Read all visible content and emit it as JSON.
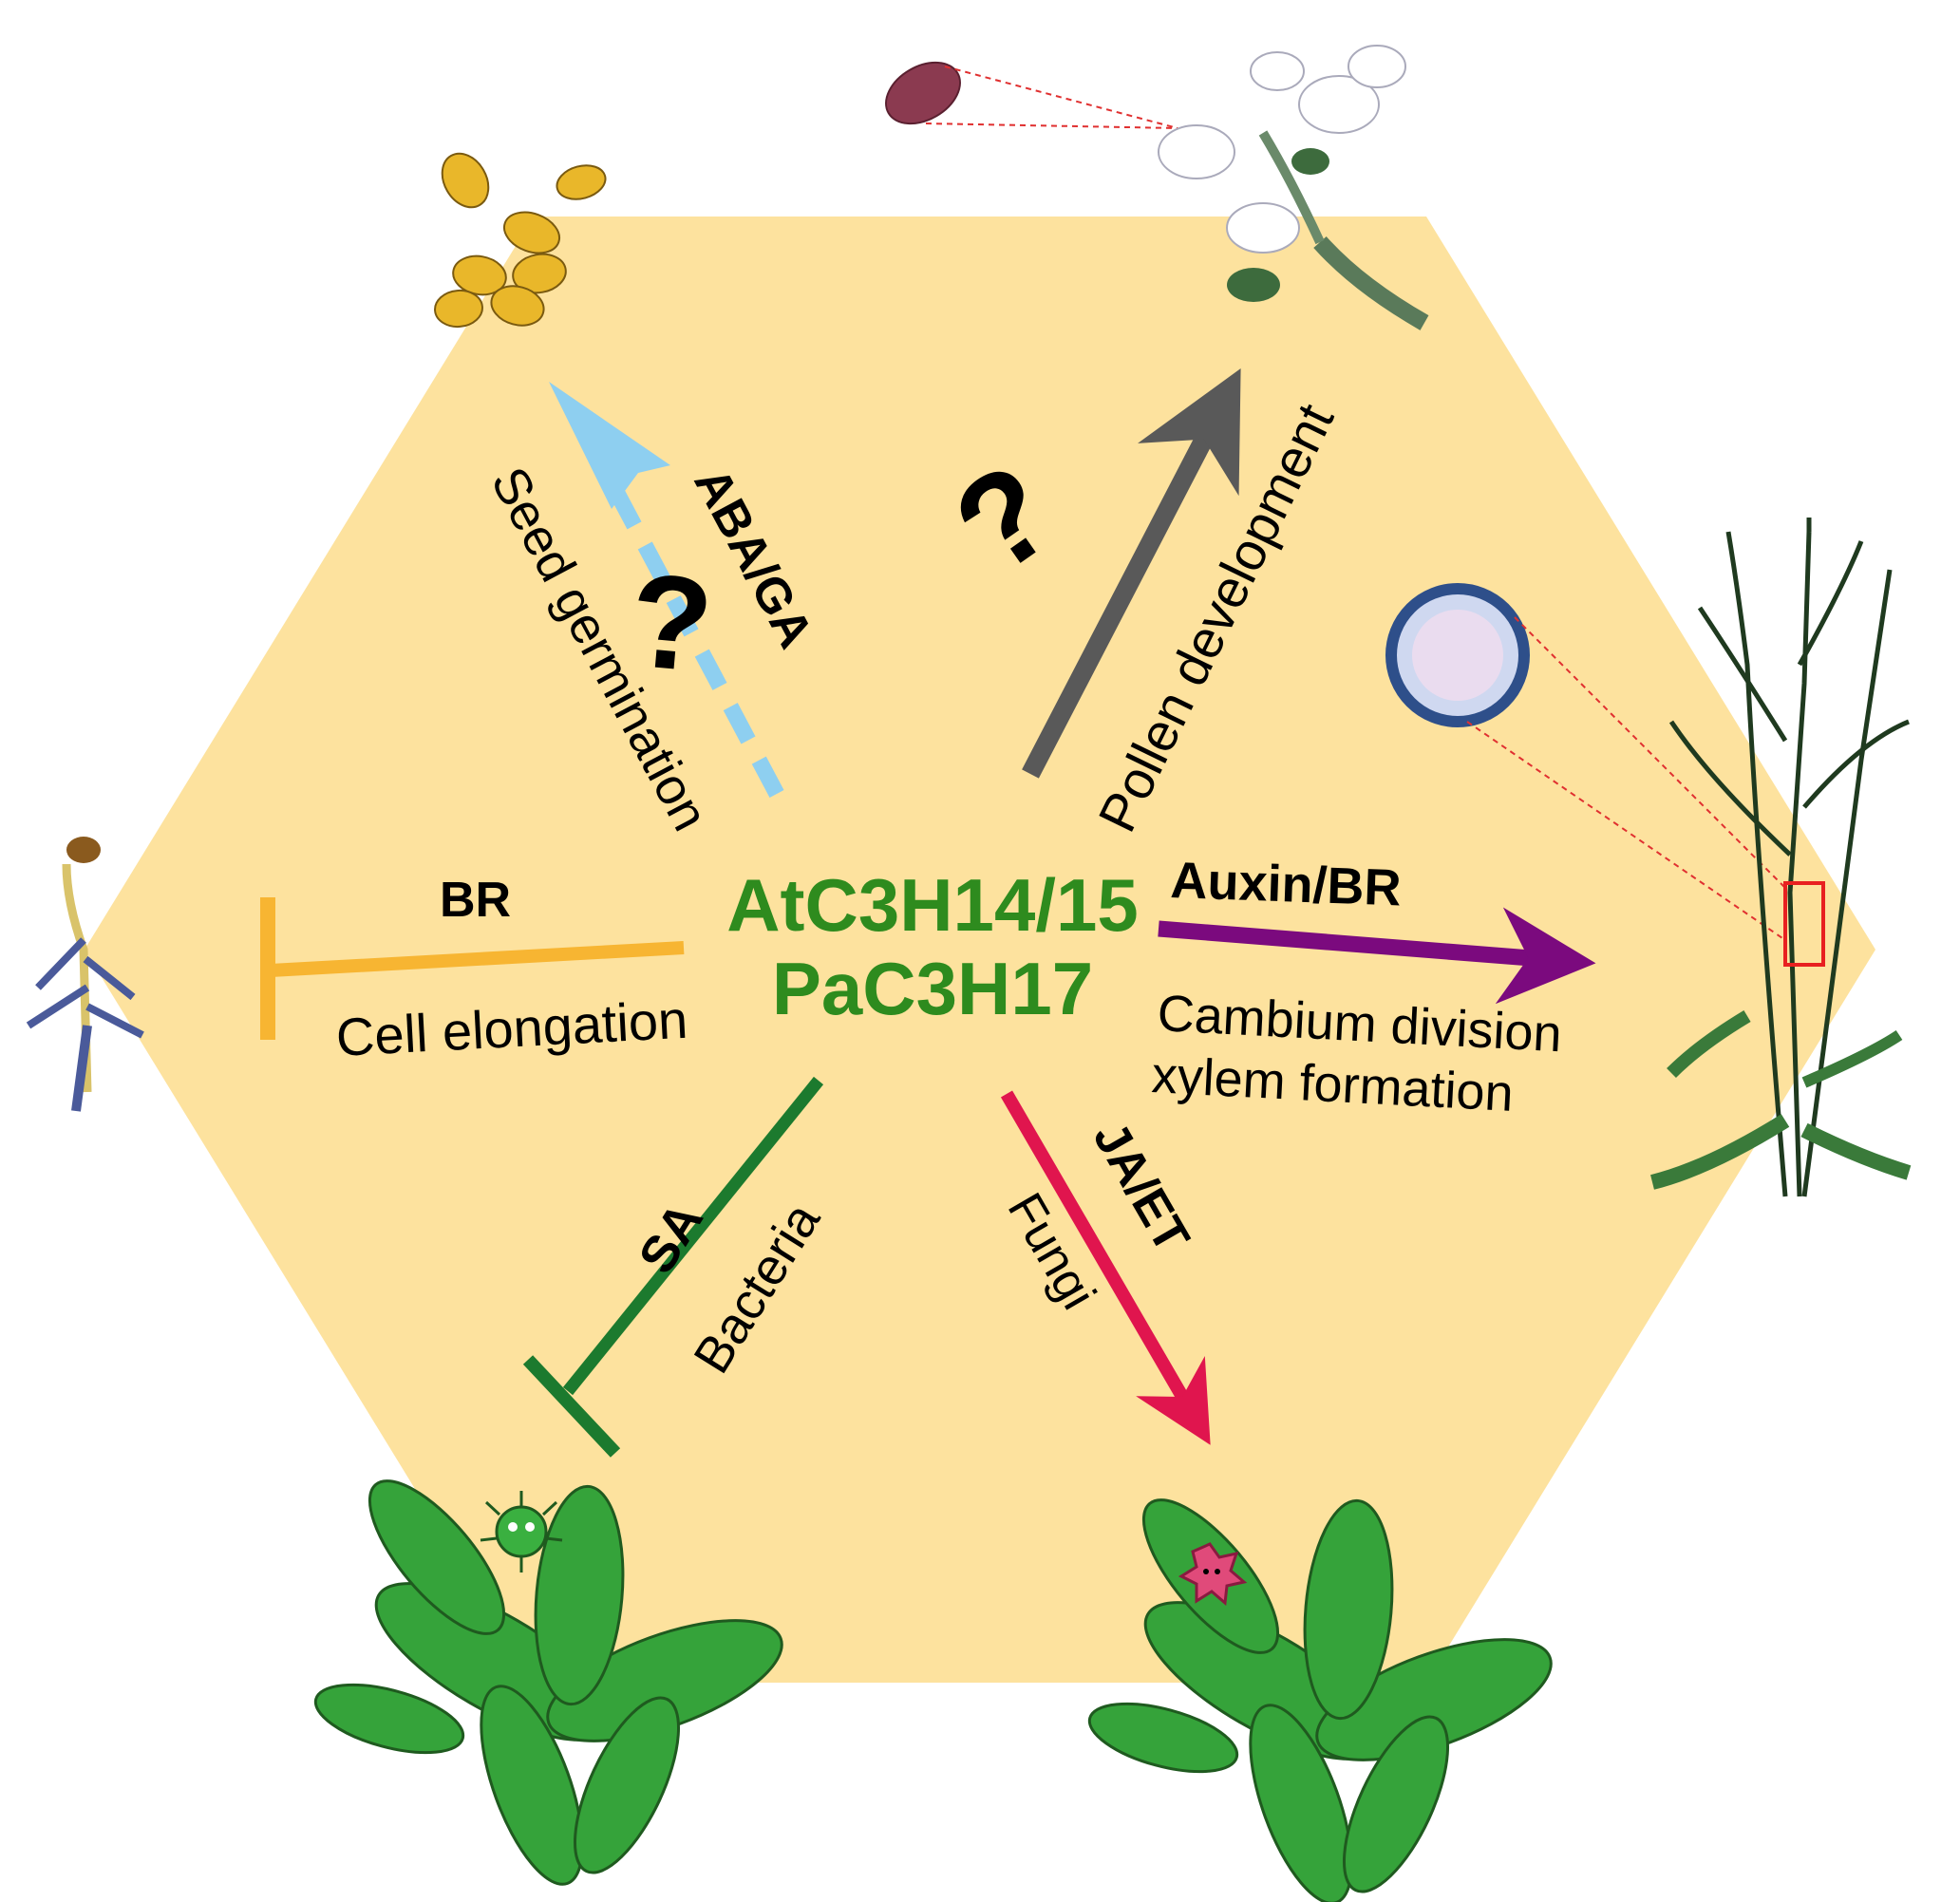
{
  "center": {
    "line1": "AtC3H14/15",
    "line2": "PaC3H17"
  },
  "pathways": {
    "seed": {
      "hormone": "ABA/GA",
      "process": "Seed germination",
      "unknown": "?"
    },
    "pollen": {
      "process": "Pollen development",
      "unknown": "?"
    },
    "cambium": {
      "hormone": "Auxin/BR",
      "process_line1": "Cambium division",
      "process_line2": "xylem formation"
    },
    "fungi": {
      "hormone": "JA/ET",
      "process": "Fungi"
    },
    "bacteria": {
      "hormone": "SA",
      "process": "Bacteria"
    },
    "elongation": {
      "hormone": "BR",
      "process": "Cell elongation"
    }
  },
  "colors": {
    "hexagon": "#fde29e",
    "center_text": "#2e8b1e",
    "seed_arrow": "#8ecff0",
    "pollen_arrow": "#595959",
    "cambium_arrow": "#7b0a7e",
    "fungi_arrow": "#e0154e",
    "bacteria_arrow": "#1c7a2e",
    "elongation_arrow": "#f7b532"
  },
  "icons": {
    "seeds": "seeds-illustration",
    "flower": "flowering-inflorescence",
    "pollen": "pollen-grain",
    "stem_section": "stem-cross-section",
    "tall_plant": "mature-arabidopsis-plant",
    "seedling": "etiolated-seedling",
    "bacterium": "bacterium-cartoon",
    "fungus": "fungus-cartoon",
    "rosette_left": "rosette-plant",
    "rosette_right": "rosette-plant"
  }
}
